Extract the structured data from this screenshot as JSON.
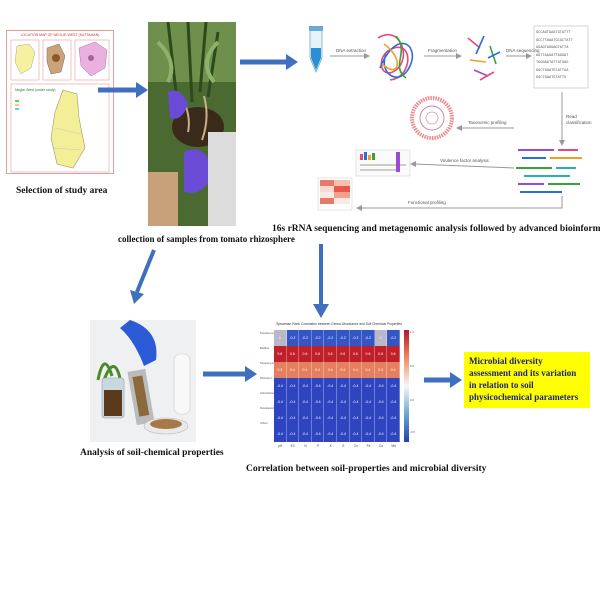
{
  "map_panel": {
    "title": "LOCATION MAP OF NEGLIE-WEST (KATTAMAN)",
    "sub_title": "Neglie-West (under study)"
  },
  "captions": {
    "study_area": "Selection of  study area",
    "sample_collection": "collection of samples from tomato rhizosphere",
    "sequencing": "16s rRNA sequencing and metagenomic analysis followed by advanced bioinformatics",
    "soil_chem": "Analysis of soil-chemical properties",
    "correlation": "Correlation between soil-properties and microbial  diversity"
  },
  "pipeline": {
    "steps": [
      "DNA extraction",
      "Fragmentation",
      "DNA sequencing"
    ],
    "read_classification": "Read classification",
    "taxonomic_profiling": "Taxonomic profiling",
    "virulence": "Virulence factor analysis",
    "functional": "Functional profiling",
    "sequence_lines": [
      "GCCAGTAAATGTATTT",
      "GCCTTAAATGCGCTATT",
      "GGAGTGGGAGTATTA",
      "AGTTAAGATTAGGAT",
      "TGGGAGTATTATGGG",
      "GGCTGAATGTATTGA",
      "GGCTGAATGTATTG"
    ]
  },
  "heatmap": {
    "title": "Spearman Rank Correlation between Genus Abundance and Soil Chemical Properties",
    "row_labels": [
      "Pseudomonas",
      "Bacillus",
      "Streptomyces",
      "Rhizobium",
      "Arthrobacter",
      "Flavobacterium",
      "Others"
    ],
    "col_labels": [
      "pH",
      "EC",
      "N",
      "P",
      "K",
      "S",
      "Zn",
      "Fe",
      "Cu",
      "Mn"
    ],
    "colorbar_ticks": [
      "1.0",
      "0.5",
      "0.0",
      "-0.5"
    ],
    "rows": [
      [
        "0",
        "-0.2",
        "-0.2",
        "-0.2",
        "-0.2",
        "-0.2",
        "-0.2",
        "-0.2",
        "0",
        "-0.2"
      ],
      [
        "0.6",
        "0.6",
        "0.6",
        "0.6",
        "0.6",
        "0.6",
        "0.6",
        "0.6",
        "0.6",
        "0.6"
      ],
      [
        "0.3",
        "0.4",
        "0.4",
        "0.4",
        "0.4",
        "0.4",
        "0.4",
        "0.4",
        "0.3",
        "0.4"
      ],
      [
        "-0.4",
        "-0.4",
        "-0.4",
        "-0.4",
        "-0.4",
        "-0.4",
        "-0.4",
        "-0.4",
        "-0.4",
        "-0.4"
      ],
      [
        "-0.4",
        "-0.4",
        "-0.4",
        "-0.4",
        "-0.4",
        "-0.4",
        "-0.4",
        "-0.4",
        "-0.4",
        "-0.4"
      ],
      [
        "-0.4",
        "-0.4",
        "-0.4",
        "-0.4",
        "-0.4",
        "-0.4",
        "-0.4",
        "-0.4",
        "-0.4",
        "-0.4"
      ],
      [
        "-0.4",
        "-0.4",
        "-0.4",
        "-0.4",
        "-0.4",
        "-0.4",
        "-0.4",
        "-0.4",
        "-0.4",
        "-0.4"
      ]
    ]
  },
  "result_box": {
    "text": "Microbial diversity assessment and its variation in relation to soil physicochemical parameters"
  },
  "colors": {
    "arrow": "#3f6fbf",
    "highlight": "#ffff00",
    "result_text": "#1a237e"
  }
}
